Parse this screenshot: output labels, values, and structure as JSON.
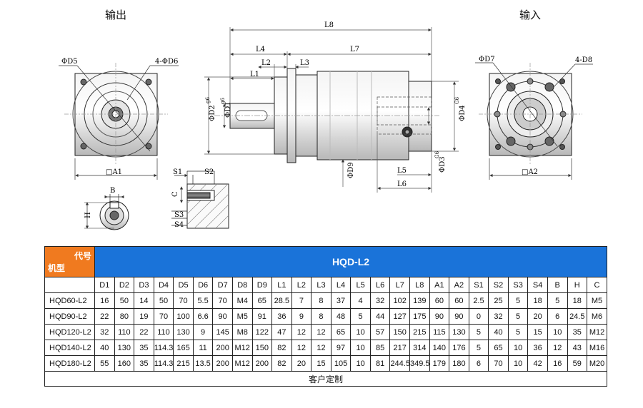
{
  "headers": {
    "output": "输出",
    "input": "输入"
  },
  "dims": {
    "L8": "L8",
    "L4": "L4",
    "L7": "L7",
    "L2": "L2",
    "L3": "L3",
    "L1": "L1",
    "D5": "ΦD5",
    "D6": "4-ΦD6",
    "A1": "□A1",
    "D7": "ΦD7",
    "D8": "4-D8",
    "A2": "□A2",
    "D2": "ΦD2",
    "D1": "ΦD1",
    "D4": "ΦD4",
    "D3": "ΦD3",
    "D9": "ΦD9",
    "L5": "L5",
    "L6": "L6",
    "S1": "S1",
    "S2": "S2",
    "S3": "S3",
    "S4": "S4",
    "C": "C",
    "B": "B",
    "H": "H",
    "g6": "g6",
    "G6": "G6"
  },
  "table": {
    "corner_top": "代号",
    "corner_bottom": "机型",
    "title": "HQD-L2",
    "columns": [
      "D1",
      "D2",
      "D3",
      "D4",
      "D5",
      "D6",
      "D7",
      "D8",
      "D9",
      "L1",
      "L2",
      "L3",
      "L4",
      "L5",
      "L6",
      "L7",
      "L8",
      "A1",
      "A2",
      "S1",
      "S2",
      "S3",
      "S4",
      "B",
      "H",
      "C"
    ],
    "rows": [
      {
        "model": "HQD60-L2",
        "values": [
          "16",
          "50",
          "14",
          "50",
          "70",
          "5.5",
          "70",
          "M4",
          "65",
          "28.5",
          "7",
          "8",
          "37",
          "4",
          "32",
          "102",
          "139",
          "60",
          "60",
          "2.5",
          "25",
          "5",
          "18",
          "5",
          "18",
          "M5"
        ]
      },
      {
        "model": "HQD90-L2",
        "values": [
          "22",
          "80",
          "19",
          "70",
          "100",
          "6.6",
          "90",
          "M5",
          "91",
          "36",
          "9",
          "8",
          "48",
          "5",
          "44",
          "127",
          "175",
          "90",
          "90",
          "0",
          "32",
          "5",
          "20",
          "6",
          "24.5",
          "M6"
        ]
      },
      {
        "model": "HQD120-L2",
        "values": [
          "32",
          "110",
          "22",
          "110",
          "130",
          "9",
          "145",
          "M8",
          "122",
          "47",
          "12",
          "12",
          "65",
          "10",
          "57",
          "150",
          "215",
          "115",
          "130",
          "5",
          "40",
          "5",
          "15",
          "10",
          "35",
          "M12"
        ]
      },
      {
        "model": "HQD140-L2",
        "values": [
          "40",
          "130",
          "35",
          "114.3",
          "165",
          "11",
          "200",
          "M12",
          "150",
          "82",
          "12",
          "12",
          "97",
          "10",
          "85",
          "217",
          "314",
          "140",
          "176",
          "5",
          "65",
          "10",
          "36",
          "12",
          "43",
          "M16"
        ]
      },
      {
        "model": "HQD180-L2",
        "values": [
          "55",
          "160",
          "35",
          "114.3",
          "215",
          "13.5",
          "200",
          "M12",
          "200",
          "82",
          "20",
          "15",
          "105",
          "10",
          "81",
          "244.5",
          "349.5",
          "179",
          "180",
          "6",
          "70",
          "10",
          "42",
          "16",
          "59",
          "M20"
        ]
      }
    ],
    "footer": "客户定制"
  },
  "colors": {
    "corner": "#f07a1f",
    "title_bar": "#1a73d9"
  }
}
